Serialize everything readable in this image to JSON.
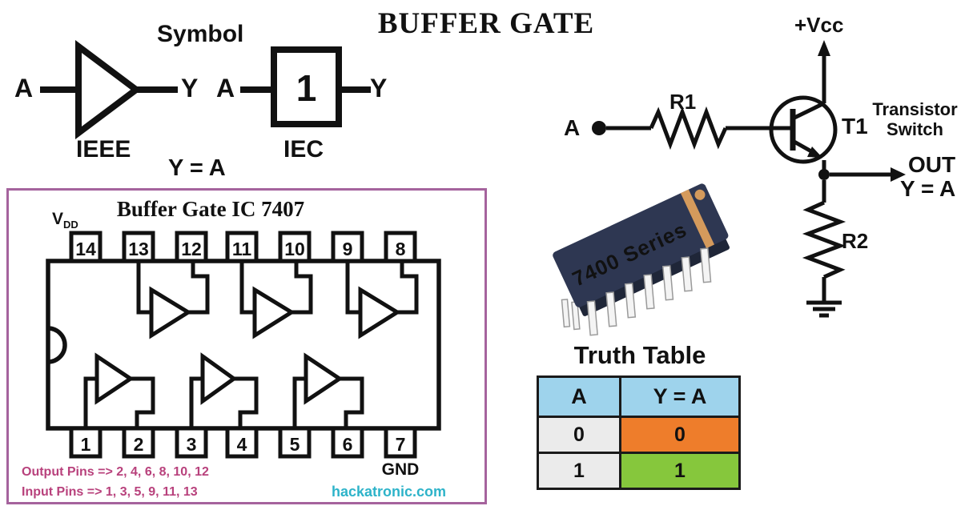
{
  "title": "BUFFER GATE",
  "symbol_section": {
    "heading": "Symbol",
    "equation": "Y = A",
    "ieee": {
      "input_label": "A",
      "output_label": "Y",
      "name": "IEEE"
    },
    "iec": {
      "input_label": "A",
      "output_label": "Y",
      "box_symbol": "1",
      "name": "IEC"
    }
  },
  "ic_diagram": {
    "title": "Buffer Gate IC 7407",
    "vdd_main": "V",
    "vdd_sub": "DD",
    "top_pins": [
      "14",
      "13",
      "12",
      "11",
      "10",
      "9",
      "8"
    ],
    "bottom_pins": [
      "1",
      "2",
      "3",
      "4",
      "5",
      "6",
      "7"
    ],
    "gnd_label": "GND",
    "output_pins_note": "Output Pins => 2, 4, 6, 8, 10, 12",
    "input_pins_note": "Input Pins => 1, 3, 5, 9, 11, 13",
    "watermark": "hackatronic.com"
  },
  "transistor_circuit": {
    "input_label": "A",
    "r1_label": "R1",
    "vcc_label": "+Vcc",
    "transistor_ref": "T1",
    "caption_line1": "Transistor",
    "caption_line2": "Switch",
    "out_label": "OUT",
    "out_equation": "Y = A",
    "r2_label": "R2"
  },
  "chip": {
    "marking": "7400 Series"
  },
  "truth_table": {
    "title": "Truth Table",
    "col_headers": [
      "A",
      "Y = A"
    ],
    "rows": [
      [
        "0",
        "0"
      ],
      [
        "1",
        "1"
      ]
    ]
  },
  "colors": {
    "ic_border": "#a5639d",
    "pins_note": "#b8417c",
    "watermark": "#2db3c9",
    "table_header_bg": "#9ed3ec",
    "cell_gray": "#ebebeb",
    "cell_orange": "#ee7d2b",
    "cell_green": "#86c73c",
    "chip_body": "#2e3752",
    "chip_side": "#1f2638",
    "chip_accent": "#d49a5c"
  }
}
